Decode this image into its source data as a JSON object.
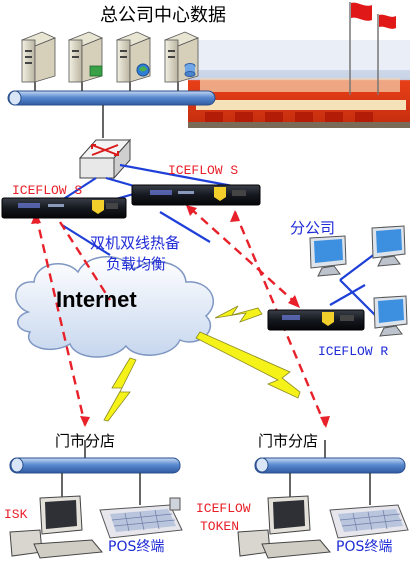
{
  "title": "总公司中心数据",
  "device_left": "ICEFLOW S",
  "device_right": "ICEFLOW S",
  "dual_line_1": "双机双线热备",
  "dual_line_2": "负载均衡",
  "branch_office": "分公司",
  "internet": "Internet",
  "device_branch": "ICEFLOW R",
  "store_left": "门市分店",
  "store_right": "门市分店",
  "isk": "ISK",
  "token_1": "ICEFLOW",
  "token_2": "TOKEN",
  "pos_left": "POS终端",
  "pos_right": "POS终端",
  "colors": {
    "red_link": "#e8202a",
    "blue_link": "#1e3fd8",
    "bus": "#4f7ec8",
    "lightning": "#f5f21a"
  },
  "icons": [
    "server-icon",
    "router-icon",
    "firewall-device-icon",
    "cloud-icon",
    "desktop-pc-icon",
    "pos-terminal-icon",
    "lightning-icon",
    "flag-icon",
    "building-photo"
  ]
}
